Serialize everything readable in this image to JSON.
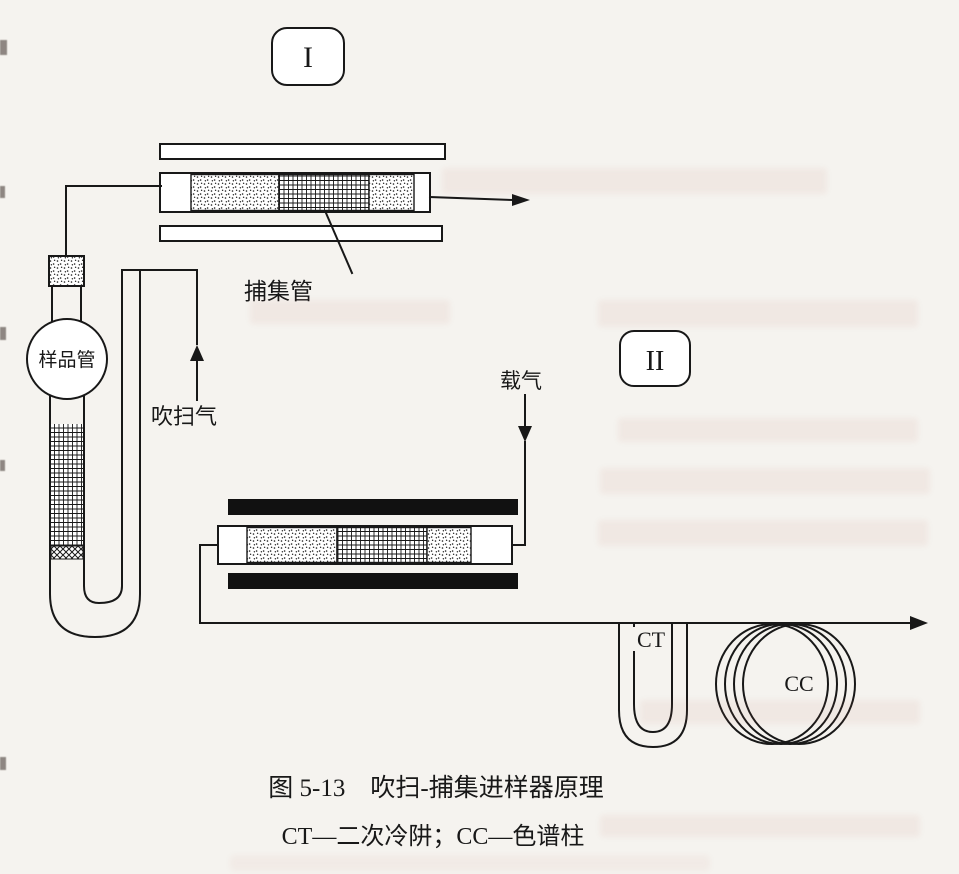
{
  "figure": {
    "section1_badge": "I",
    "section2_badge": "II",
    "labels": {
      "trap_tube": "捕集管",
      "sample_tube": "样品管",
      "purge_gas": "吹扫气",
      "carrier_gas": "载气",
      "cold_trap": "CT",
      "column": "CC"
    },
    "caption": "图 5-13　吹扫-捕集进样器原理",
    "legend": "CT—二次冷阱；CC—色谱柱",
    "colors": {
      "ink": "#181818",
      "paper": "#f5f3ef",
      "heater_block": "#111111"
    }
  }
}
